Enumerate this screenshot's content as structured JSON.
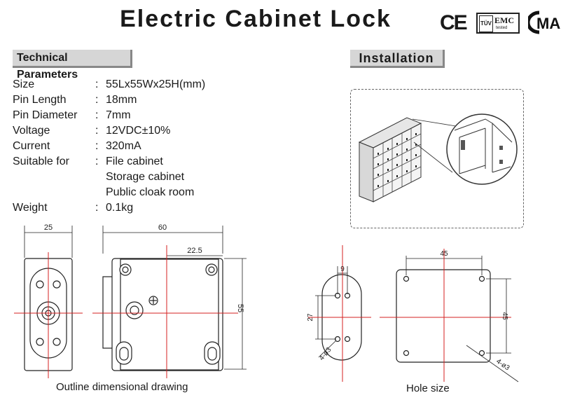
{
  "title": "Electric Cabinet Lock",
  "certifications": {
    "ce": "CE",
    "emc": "EMC",
    "emc_sub": "tested",
    "cma": "MA"
  },
  "tech_header": "Technical Parameters",
  "install_header": "Installation",
  "params": [
    {
      "name": "Size",
      "value": "55Lx55Wx25H(mm)"
    },
    {
      "name": "Pin Length",
      "value": "18mm"
    },
    {
      "name": "Pin Diameter",
      "value": "7mm"
    },
    {
      "name": "Voltage",
      "value": "12VDC±10%"
    },
    {
      "name": "Current",
      "value": "320mA"
    },
    {
      "name": "Suitable for",
      "value": "File cabinet"
    },
    {
      "name": "",
      "value": "Storage cabinet"
    },
    {
      "name": "",
      "value": "Public cloak room"
    },
    {
      "name": "Weight",
      "value": "0.1kg"
    }
  ],
  "outline": {
    "dim_side_width": "25",
    "dim_front_width": "60",
    "dim_half": "22.5",
    "dim_height": "55",
    "caption": "Outline dimensional drawing"
  },
  "hole": {
    "dim_slot_width": "9",
    "dim_slot_height": "27",
    "dim_slot_holes": "4-ø3",
    "dim_square_top": "45",
    "dim_square_side": "45",
    "dim_square_holes": "4-ø3",
    "caption": "Hole size"
  }
}
